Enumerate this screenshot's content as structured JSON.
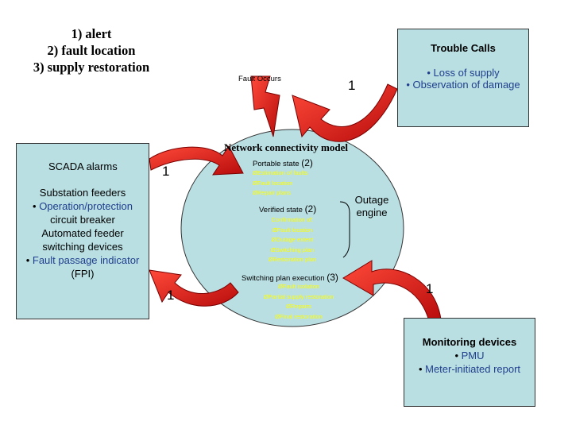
{
  "steps": [
    "1) alert",
    "2) fault location",
    "3) supply restoration"
  ],
  "trouble_calls": {
    "title": "Trouble Calls",
    "items": [
      "• Loss of supply",
      "• Observation of damage"
    ]
  },
  "fault_occurs": "Fault Occurs",
  "fault_number": "1",
  "network_model": {
    "title": "Network connectivity model",
    "portable_state": {
      "label": "Portable state ",
      "num": "(2)",
      "items": [
        "ØEstimation of faults",
        "ØFault location",
        "ØRepair plans"
      ]
    },
    "verified_state": {
      "label": "Verified state ",
      "num": "(2)",
      "items": [
        "Confirmation of:",
        "ØFault location",
        "ØOutage extent",
        "ØSwitching plan",
        "ØRestoration plan"
      ]
    },
    "switching_plan": {
      "label": "Switching plan execution ",
      "num": "(3)",
      "items": [
        "ØFault isolation",
        "ØPartial supply restoration",
        "ØRepairs",
        "ØFinal restoration"
      ]
    }
  },
  "outage_engine": [
    "Outage",
    "engine"
  ],
  "scada": {
    "title": "SCADA alarms",
    "line1": "Substation feeders",
    "line2_prefix": "• ",
    "line2_highlight": "Operation/protection",
    "line3": "circuit breaker",
    "line4": "Automated feeder",
    "line5": "switching devices",
    "line6_prefix": "• ",
    "line6_highlight": "Fault passage indicator",
    "line7": "(FPI)"
  },
  "arrow_numbers": {
    "scada_top": "1",
    "scada_bottom": "1",
    "monitoring": "1"
  },
  "monitoring": {
    "title": "Monitoring devices",
    "item1_prefix": "• ",
    "item1": "PMU",
    "item2_prefix": "• ",
    "item2": "Meter-initiated report"
  },
  "colors": {
    "box_fill": "#b9dfe3",
    "arrow_red": "#e01818",
    "highlight_blue": "#1f3f8c",
    "inner_yellow": "#ffff00"
  }
}
